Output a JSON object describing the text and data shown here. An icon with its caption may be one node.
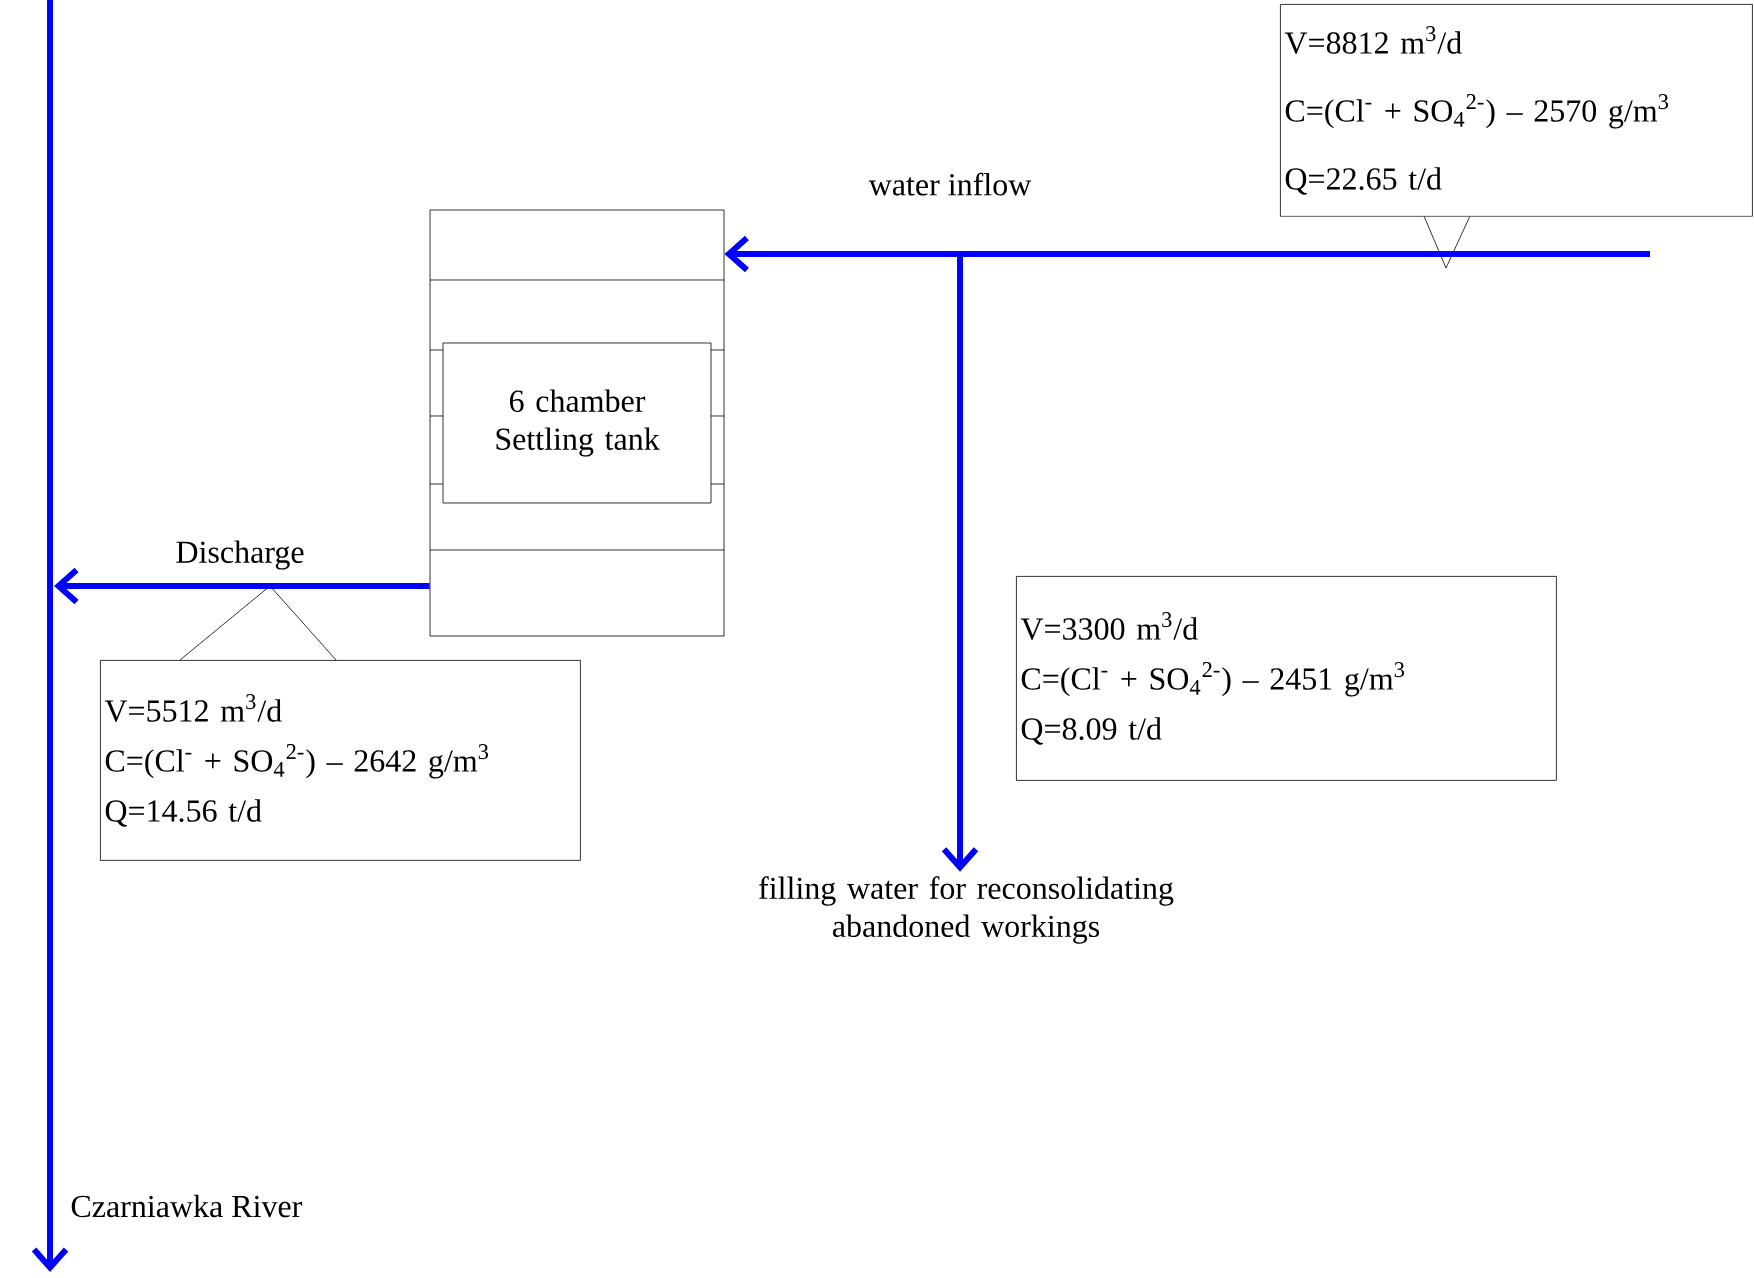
{
  "diagram": {
    "nodes": [
      {
        "text": [
          "6 chamber Settling tank"
        ]
      },
      {
        "text": [
          "V=8812 m$^{3}$/d",
          "C=(Cl$^{-}$ + SO$_{4}$$^{2-}$) – 2570 g/m$^{3}$",
          "Q=22.65 t/d"
        ]
      },
      {
        "text": [
          "V=3300 m$^{3}$/d",
          "C=(Cl$^{-}$ + SO$_{4}$$^{2-}$) – 2451 g/m$^{3}$",
          "Q=8.09 t/d"
        ]
      },
      {
        "text": [
          "V=5512 m$^{3}$/d",
          "C=(Cl$^{-}$ + SO$_{4}$$^{2-}$) – 2642 g/m$^{3}$",
          "Q=14.56 t/d"
        ]
      },
      {
        "text": [
          "filling water for reconsolidating abandoned workings"
        ]
      }
    ],
    "edges": [
      {
        "from": null,
        "to": 0,
        "arrow": "to",
        "label": "water inflow"
      },
      {
        "from": null,
        "to": 4,
        "arrow": "to"
      },
      {
        "from": 0,
        "to": null,
        "arrow": "to",
        "label": "Discharge"
      }
    ],
    "labels": [
      "Czarniawka River"
    ]
  }
}
